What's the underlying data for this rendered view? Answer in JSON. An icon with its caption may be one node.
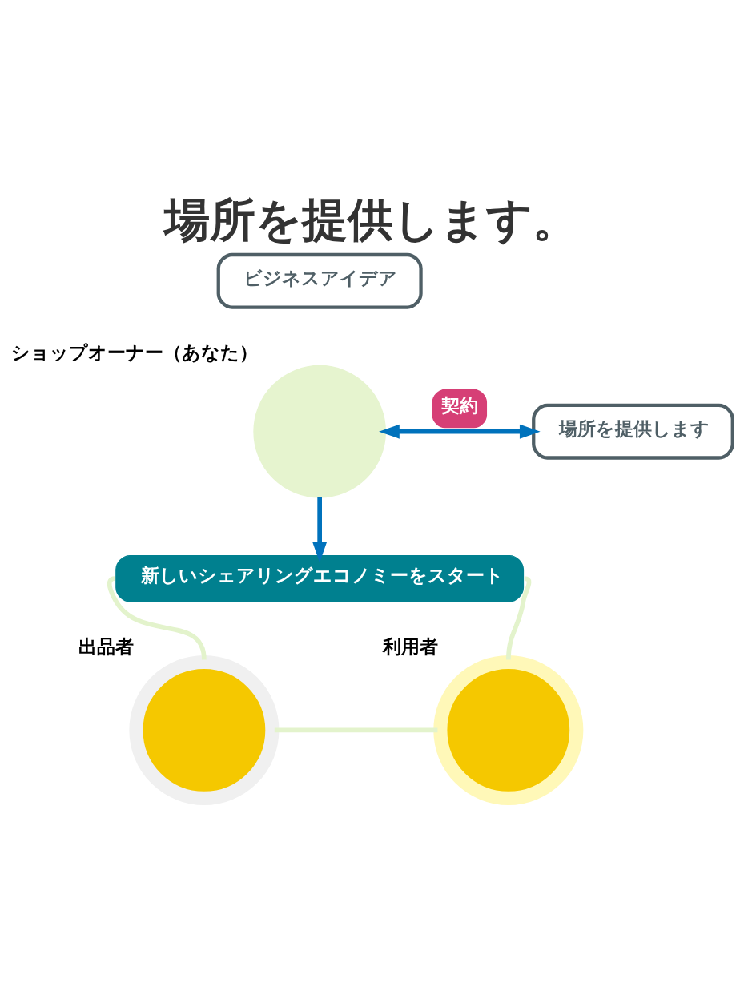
{
  "diagram": {
    "title": "場所を提供します。",
    "nodes": [
      {
        "text": [
          "ビジネスアイデア"
        ]
      },
      {
        "text": [],
        "shape": "person",
        "beside": [
          "ショップオーナー（あなた）"
        ]
      },
      {
        "text": [
          "場所を提供します"
        ]
      },
      {
        "text": [
          "新しいシェアリングエコノミーをスタート"
        ]
      },
      {
        "text": [],
        "shape": "circle",
        "beside": [
          "出品者"
        ]
      },
      {
        "text": [],
        "shape": "circle",
        "beside": [
          "利用者"
        ]
      }
    ],
    "edges": [
      {
        "from": 1,
        "to": 2,
        "arrow": "both",
        "label": "契約",
        "color": "#0072bc"
      },
      {
        "from": 1,
        "to": 3,
        "arrow": "to",
        "color": "#0072bc"
      },
      {
        "from": 3,
        "to": 4,
        "arrow": "none",
        "color": "#e3f3cc"
      },
      {
        "from": 4,
        "to": 5,
        "arrow": "none",
        "color": "#e3f3cc"
      },
      {
        "from": 5,
        "to": 3,
        "arrow": "none",
        "color": "#e3f3cc"
      }
    ]
  }
}
